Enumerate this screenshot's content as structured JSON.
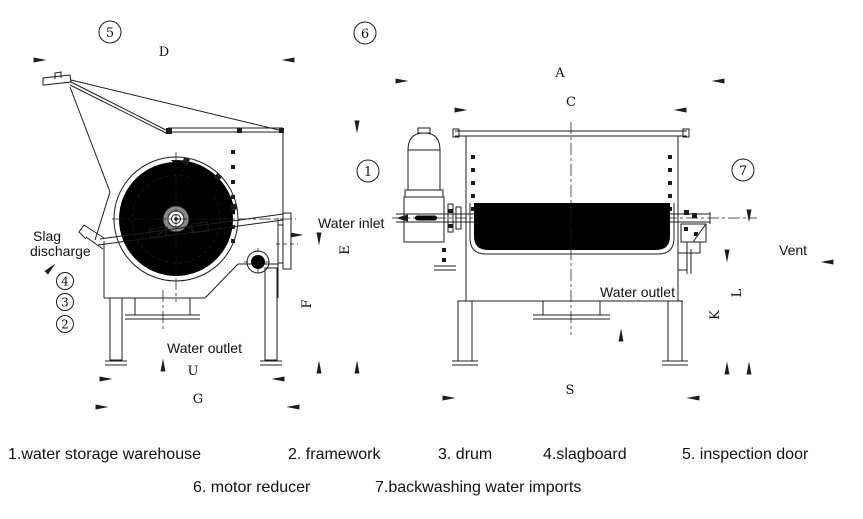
{
  "dimensions": {
    "d": "D",
    "e": "E",
    "f": "F",
    "u": "U",
    "g": "G",
    "a": "A",
    "c": "C",
    "s": "S",
    "k": "K",
    "l": "L"
  },
  "callouts": {
    "n1": "1",
    "n2": "2",
    "n3": "3",
    "n4": "4",
    "n5": "5",
    "n6": "6",
    "n7": "7"
  },
  "annotations": {
    "slag_line1": "Slag",
    "slag_line2": "discharge",
    "water_inlet": "Water inlet",
    "water_outlet_left": "Water outlet",
    "water_outlet_right": "Water outlet",
    "vent": "Vent"
  },
  "legend": {
    "row1": [
      {
        "label": "1.water storage warehouse"
      },
      {
        "label": "2. framework"
      },
      {
        "label": "3. drum"
      },
      {
        "label": "4.slagboard"
      },
      {
        "label": "5. inspection door"
      }
    ],
    "row2": [
      {
        "label": "6. motor reducer"
      },
      {
        "label": "7.backwashing water imports"
      }
    ]
  },
  "colors": {
    "line": "#1c1c1c",
    "background": "#ffffff"
  }
}
